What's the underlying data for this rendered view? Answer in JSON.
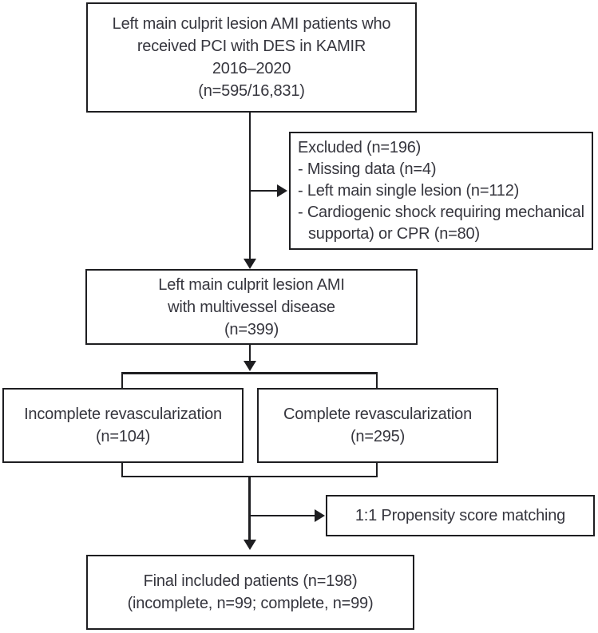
{
  "colors": {
    "background": "#ffffff",
    "line": "#1e1e21",
    "text": "#36363e"
  },
  "boxes": {
    "source": {
      "lines": [
        "Left main culprit lesion AMI patients who",
        "received PCI with DES in KAMIR",
        "2016–2020",
        "(n=595/16,831)"
      ]
    },
    "excluded": {
      "title": "Excluded (n=196)",
      "items": [
        "- Missing data (n=4)",
        "- Left main single lesion (n=112)",
        "- Cardiogenic shock requiring mechanical supporta) or CPR (n=80)"
      ]
    },
    "multivessel": {
      "lines": [
        "Left main culprit lesion AMI",
        "with multivessel disease",
        "(n=399)"
      ]
    },
    "incomplete": {
      "lines": [
        "Incomplete revascularization",
        "(n=104)"
      ]
    },
    "complete": {
      "lines": [
        "Complete revascularization",
        "(n=295)"
      ]
    },
    "psm": {
      "label": "1:1 Propensity score matching"
    },
    "final": {
      "lines": [
        "Final included patients (n=198)",
        "(incomplete, n=99; complete, n=99)"
      ]
    }
  }
}
